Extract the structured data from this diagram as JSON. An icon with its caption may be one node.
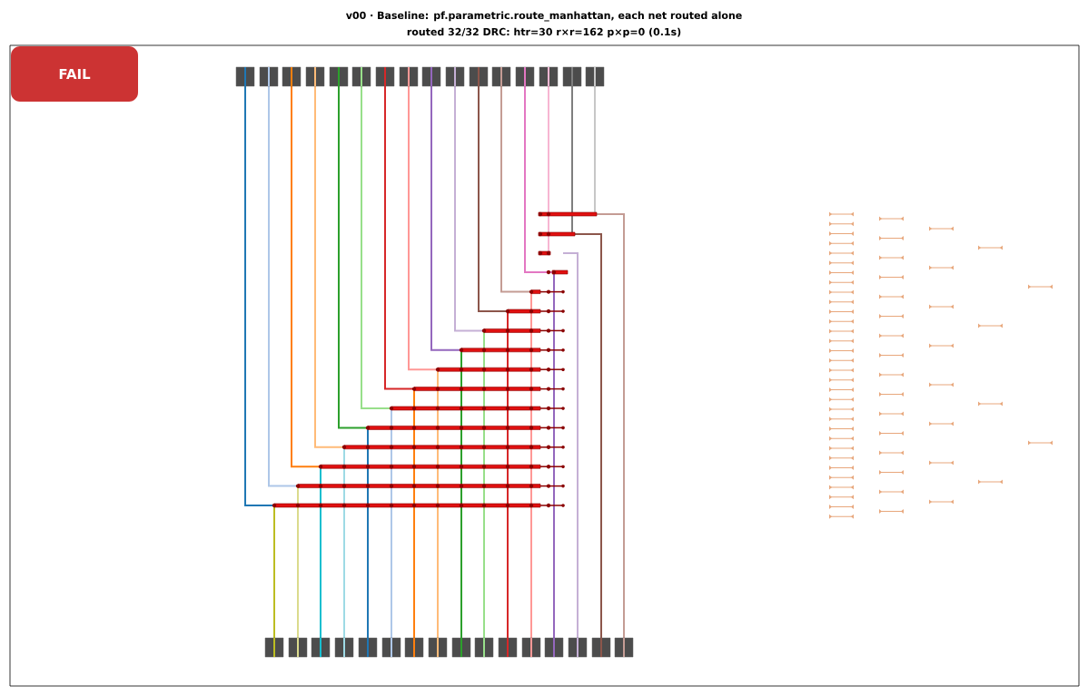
{
  "diagram": {
    "title": "v00  ·  Baseline: pf.parametric.route_manhattan, each net routed alone",
    "nodes": [
      {
        "text": [],
        "shape": "box"
      },
      {
        "text": [],
        "shape": "box"
      },
      {
        "text": [],
        "shape": "box"
      },
      {
        "text": [],
        "shape": "box"
      },
      {
        "text": [],
        "shape": "box"
      },
      {
        "text": [],
        "shape": "box"
      },
      {
        "text": [],
        "shape": "box"
      },
      {
        "text": [],
        "shape": "box"
      },
      {
        "text": [],
        "shape": "box"
      },
      {
        "text": [],
        "shape": "box"
      },
      {
        "text": [],
        "shape": "box"
      },
      {
        "text": [],
        "shape": "box"
      },
      {
        "text": [],
        "shape": "box"
      },
      {
        "text": [],
        "shape": "box"
      },
      {
        "text": [],
        "shape": "box"
      },
      {
        "text": [],
        "shape": "box"
      },
      {
        "text": [],
        "shape": "box"
      },
      {
        "text": [],
        "shape": "box"
      },
      {
        "text": [],
        "shape": "box"
      },
      {
        "text": [],
        "shape": "box"
      },
      {
        "text": [],
        "shape": "box"
      },
      {
        "text": [],
        "shape": "box"
      },
      {
        "text": [],
        "shape": "box"
      },
      {
        "text": [],
        "shape": "box"
      },
      {
        "text": [],
        "shape": "box"
      },
      {
        "text": [],
        "shape": "box"
      },
      {
        "text": [],
        "shape": "box"
      },
      {
        "text": [],
        "shape": "box"
      },
      {
        "text": [],
        "shape": "box"
      },
      {
        "text": [],
        "shape": "box"
      },
      {
        "text": [],
        "shape": "box"
      },
      {
        "text": [],
        "shape": "box"
      }
    ],
    "labels": [
      "routed 32/32   DRC: htr=30  r×r=162  p×p=0   (0.1s)",
      "FAIL"
    ]
  }
}
